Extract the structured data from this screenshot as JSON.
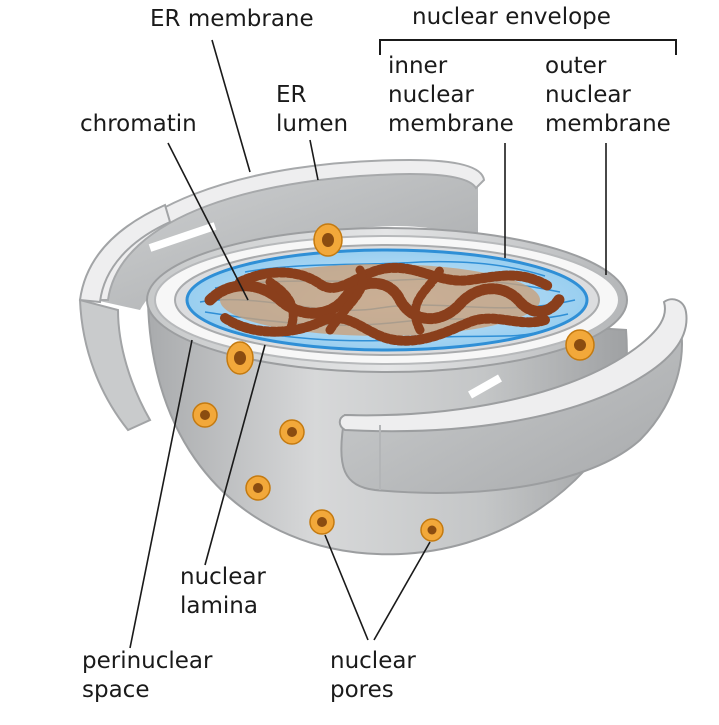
{
  "labels": {
    "er_membrane": "ER membrane",
    "nuclear_envelope": "nuclear envelope",
    "er_lumen": [
      "ER",
      "lumen"
    ],
    "chromatin": "chromatin",
    "inner_nuclear_membrane": [
      "inner",
      "nuclear",
      "membrane"
    ],
    "outer_nuclear_membrane": [
      "outer",
      "nuclear",
      "membrane"
    ],
    "nuclear_lamina": [
      "nuclear",
      "lamina"
    ],
    "perinuclear_space": [
      "perinuclear",
      "space"
    ],
    "nuclear_pores": [
      "nuclear",
      "pores"
    ]
  },
  "colors": {
    "membrane_gray": "#b9bbbd",
    "membrane_light": "#e9eaeb",
    "nucleoplasm_blue": "#8ec9ee",
    "lamina_blue": "#2f8fd6",
    "chromatin_brown": "#8a3f1c",
    "nuclear_matrix_tan": "#c9a07a",
    "pore_orange": "#f2a83a"
  }
}
